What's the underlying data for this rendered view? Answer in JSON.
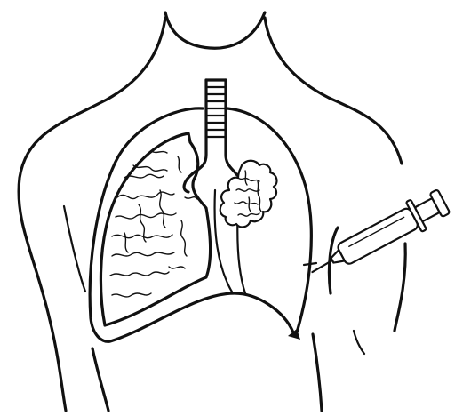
{
  "figure": {
    "parts": [
      {
        "name": "torso-outline"
      },
      {
        "name": "trachea"
      },
      {
        "name": "collapsed-right-lung"
      },
      {
        "name": "lung-tumor-mass"
      },
      {
        "name": "pleural-cavity"
      },
      {
        "name": "chest-wall-incision"
      },
      {
        "name": "syringe"
      }
    ],
    "colors": {
      "ink": "#111111",
      "paper": "#ffffff"
    }
  }
}
